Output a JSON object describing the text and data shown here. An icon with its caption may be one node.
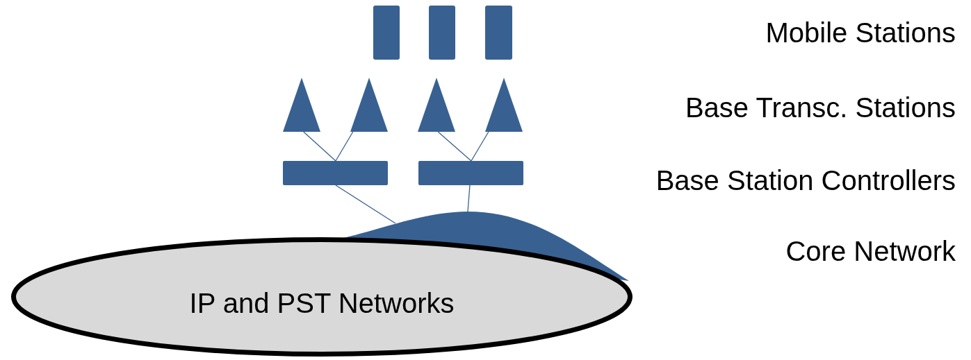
{
  "diagram": {
    "nodes": [
      {
        "text": [],
        "shape": "box"
      },
      {
        "text": [],
        "shape": "box"
      },
      {
        "text": [],
        "shape": "box"
      },
      {
        "text": [],
        "shape": "triangle"
      },
      {
        "text": [],
        "shape": "triangle"
      },
      {
        "text": [],
        "shape": "triangle"
      },
      {
        "text": [],
        "shape": "triangle"
      },
      {
        "text": [],
        "shape": "bar"
      },
      {
        "text": [],
        "shape": "bar"
      },
      {
        "text": [],
        "shape": "dome"
      },
      {
        "text": [
          "IP and PST Networks"
        ]
      }
    ],
    "edges": [
      {
        "from": 3,
        "to": 7,
        "arrow": "none"
      },
      {
        "from": 4,
        "to": 7,
        "arrow": "none"
      },
      {
        "from": 5,
        "to": 8,
        "arrow": "none"
      },
      {
        "from": 6,
        "to": 8,
        "arrow": "none"
      },
      {
        "from": 7,
        "to": 9,
        "arrow": "none"
      },
      {
        "from": 8,
        "to": 9,
        "arrow": "none"
      }
    ],
    "labels": [
      "Mobile Stations",
      "Base Transc. Stations",
      "Base Station Controllers",
      "Core Network"
    ]
  }
}
